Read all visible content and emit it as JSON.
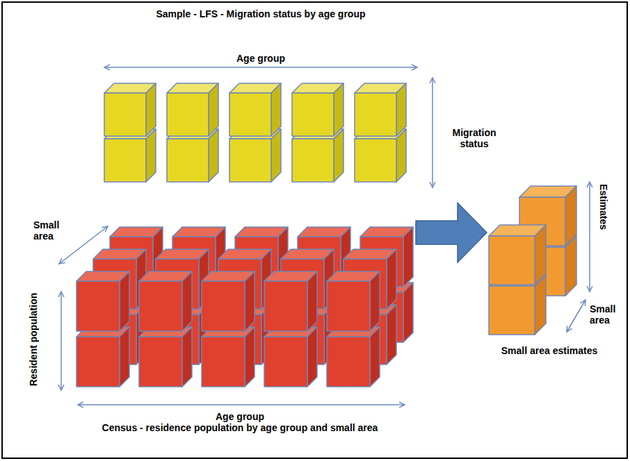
{
  "diagram": {
    "labels": [
      "Sample - LFS - Migration status by age group",
      "Age group",
      "Migration status",
      "Small area",
      "Estimates",
      "Resident population",
      "Small area",
      "Small area estimates",
      "Age group",
      "Census - residence population by age group and small area"
    ]
  }
}
